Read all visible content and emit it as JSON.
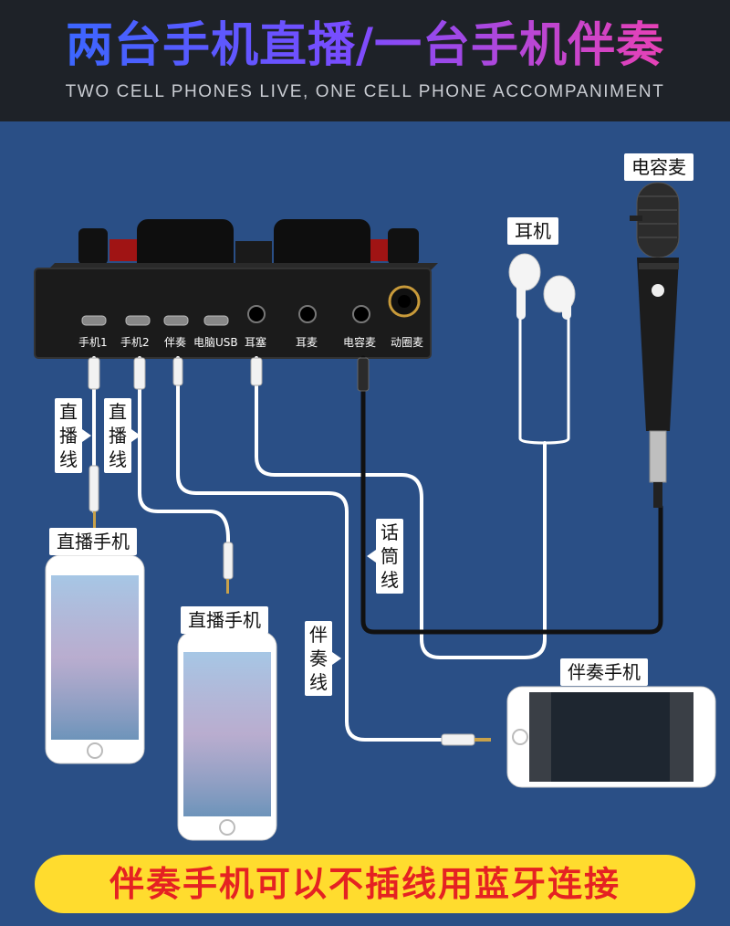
{
  "header": {
    "title": "两台手机直播/一台手机伴奏",
    "subtitle": "TWO CELL PHONES LIVE, ONE CELL PHONE ACCOMPANIMENT"
  },
  "device": {
    "ports": [
      {
        "name": "phone1",
        "label": "手机1"
      },
      {
        "name": "phone2",
        "label": "手机2"
      },
      {
        "name": "accompaniment",
        "label": "伴奏"
      },
      {
        "name": "pc-usb",
        "label": "电脑USB"
      },
      {
        "name": "earphone",
        "label": "耳塞"
      },
      {
        "name": "ear-mic",
        "label": "耳麦"
      },
      {
        "name": "condenser-mic",
        "label": "电容麦"
      },
      {
        "name": "dynamic-mic",
        "label": "动圈麦"
      }
    ]
  },
  "labels": {
    "condenser_mic": "电容麦",
    "headphones": "耳机",
    "live_cable_1": "直播线",
    "live_cable_2": "直播线",
    "mic_cable": "话筒线",
    "accomp_cable": "伴奏线",
    "live_phone_1": "直播手机",
    "live_phone_2": "直播手机",
    "accomp_phone": "伴奏手机"
  },
  "footer": {
    "note": "伴奏手机可以不插线用蓝牙连接"
  },
  "colors": {
    "background": "#2a4f86",
    "header_bg": "#1e2228",
    "footer_bg": "#ffdc2e",
    "footer_text": "#e52222",
    "cable_white": "#ffffff",
    "cable_black": "#111111"
  }
}
